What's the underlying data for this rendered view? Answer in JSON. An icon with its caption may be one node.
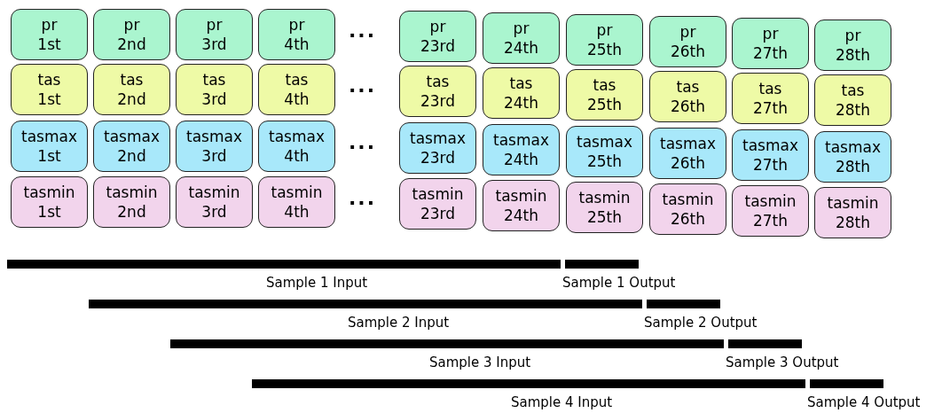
{
  "diagram": {
    "nodes": [
      {
        "text": [
          "pr 1st"
        ]
      },
      {
        "text": [
          "pr 2nd"
        ]
      },
      {
        "text": [
          "pr 3rd"
        ]
      },
      {
        "text": [
          "pr 4th"
        ]
      },
      {
        "text": [
          "pr 23rd"
        ]
      },
      {
        "text": [
          "pr 24th"
        ]
      },
      {
        "text": [
          "pr 25th"
        ]
      },
      {
        "text": [
          "pr 26th"
        ]
      },
      {
        "text": [
          "pr 27th"
        ]
      },
      {
        "text": [
          "pr 28th"
        ]
      },
      {
        "text": [
          "tas 1st"
        ]
      },
      {
        "text": [
          "tas 2nd"
        ]
      },
      {
        "text": [
          "tas 3rd"
        ]
      },
      {
        "text": [
          "tas 4th"
        ]
      },
      {
        "text": [
          "tas 23rd"
        ]
      },
      {
        "text": [
          "tas 24th"
        ]
      },
      {
        "text": [
          "tas 25th"
        ]
      },
      {
        "text": [
          "tas 26th"
        ]
      },
      {
        "text": [
          "tas 27th"
        ]
      },
      {
        "text": [
          "tas 28th"
        ]
      },
      {
        "text": [
          "tasmax 1st"
        ]
      },
      {
        "text": [
          "tasmax 2nd"
        ]
      },
      {
        "text": [
          "tasmax 3rd"
        ]
      },
      {
        "text": [
          "tasmax 4th"
        ]
      },
      {
        "text": [
          "tasmax 23rd"
        ]
      },
      {
        "text": [
          "tasmax 24th"
        ]
      },
      {
        "text": [
          "tasmax 25th"
        ]
      },
      {
        "text": [
          "tasmax 26th"
        ]
      },
      {
        "text": [
          "tasmax 27th"
        ]
      },
      {
        "text": [
          "tasmax 28th"
        ]
      },
      {
        "text": [
          "tasmin 1st"
        ]
      },
      {
        "text": [
          "tasmin 2nd"
        ]
      },
      {
        "text": [
          "tasmin 3rd"
        ]
      },
      {
        "text": [
          "tasmin 4th"
        ]
      },
      {
        "text": [
          "tasmin 23rd"
        ]
      },
      {
        "text": [
          "tasmin 24th"
        ]
      },
      {
        "text": [
          "tasmin 25th"
        ]
      },
      {
        "text": [
          "tasmin 26th"
        ]
      },
      {
        "text": [
          "tasmin 27th"
        ]
      },
      {
        "text": [
          "tasmin 28th"
        ]
      },
      {
        "text": [],
        "shape": "bar",
        "beside": [
          "Sample 1 Input"
        ]
      },
      {
        "text": [],
        "shape": "bar",
        "beside": [
          "Sample 1 Output"
        ]
      },
      {
        "text": [],
        "shape": "bar",
        "beside": [
          "Sample 2 Input"
        ]
      },
      {
        "text": [],
        "shape": "bar",
        "beside": [
          "Sample 2 Output"
        ]
      },
      {
        "text": [],
        "shape": "bar",
        "beside": [
          "Sample 3 Input"
        ]
      },
      {
        "text": [],
        "shape": "bar",
        "beside": [
          "Sample 3 Output"
        ]
      },
      {
        "text": [],
        "shape": "bar",
        "beside": [
          "Sample 4 Input"
        ]
      },
      {
        "text": [],
        "shape": "bar",
        "beside": [
          "Sample 4 Output"
        ]
      }
    ],
    "edges": [],
    "labels": [
      "...",
      "...",
      "...",
      "..."
    ]
  }
}
